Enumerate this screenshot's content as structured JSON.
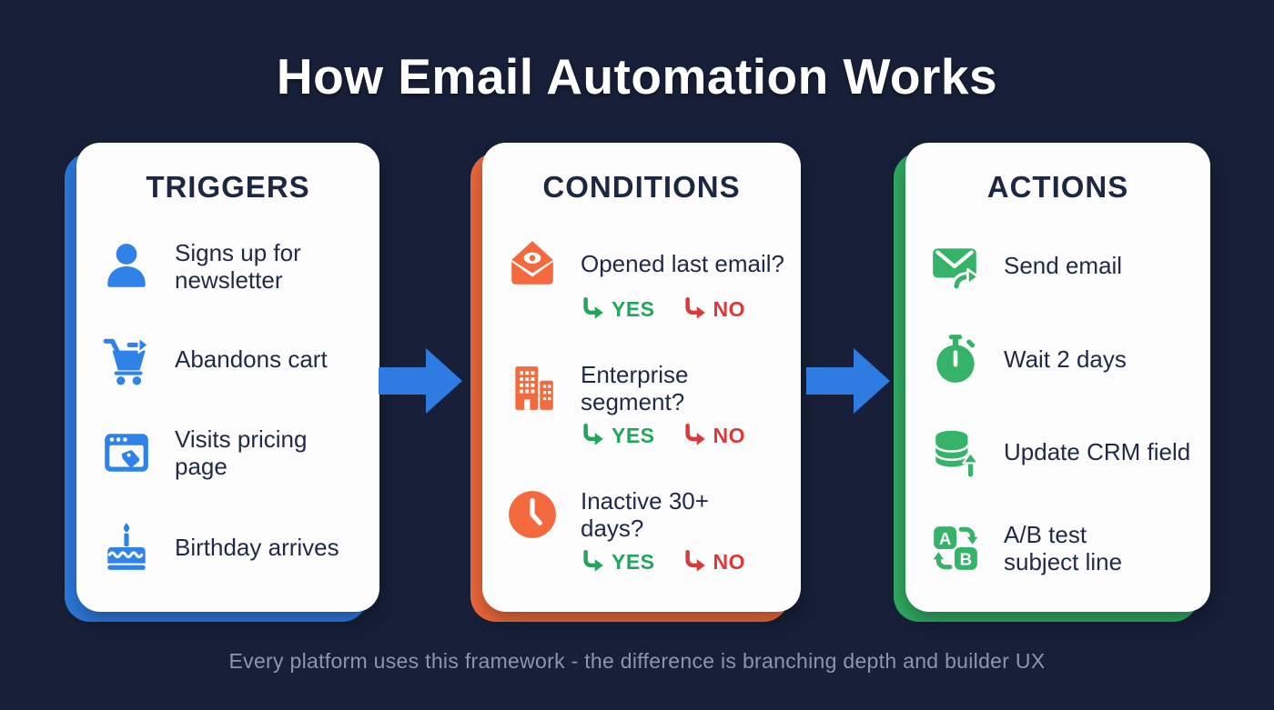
{
  "title": "How Email Automation Works",
  "footer": "Every platform uses this framework - the difference is branching depth and builder UX",
  "colors": {
    "background": "#172038",
    "card": "#fdfdfd",
    "heading_text": "#1c2743",
    "item_text": "#1f2a47",
    "triggers_accent": "#2e7ce2",
    "conditions_accent": "#f26a3d",
    "actions_accent": "#31ae63",
    "flow_arrow": "#2e7ce2",
    "yes_green": "#23a55b",
    "no_red": "#d93a3a",
    "footer_text": "#8b96ab"
  },
  "columns": [
    {
      "title": "TRIGGERS",
      "accent": "#2e7ce2",
      "items": [
        {
          "icon": "user-icon",
          "label": "Signs up for\nnewsletter"
        },
        {
          "icon": "cart-arrow-icon",
          "label": "Abandons cart"
        },
        {
          "icon": "browser-tag-icon",
          "label": "Visits pricing\npage"
        },
        {
          "icon": "birthday-cake-icon",
          "label": "Birthday arrives"
        }
      ]
    },
    {
      "title": "CONDITIONS",
      "accent": "#f26a3d",
      "items": [
        {
          "icon": "opened-email-eye-icon",
          "label": "Opened last email?",
          "yes": "YES",
          "no": "NO"
        },
        {
          "icon": "buildings-icon",
          "label": "Enterprise\nsegment?",
          "yes": "YES",
          "no": "NO"
        },
        {
          "icon": "clock-icon",
          "label": "Inactive 30+\ndays?",
          "yes": "YES",
          "no": "NO"
        }
      ]
    },
    {
      "title": "ACTIONS",
      "accent": "#31ae63",
      "items": [
        {
          "icon": "send-email-icon",
          "label": "Send email"
        },
        {
          "icon": "stopwatch-icon",
          "label": "Wait 2 days"
        },
        {
          "icon": "database-up-icon",
          "label": "Update CRM field"
        },
        {
          "icon": "ab-test-icon",
          "label": "A/B test\nsubject line"
        }
      ]
    }
  ]
}
